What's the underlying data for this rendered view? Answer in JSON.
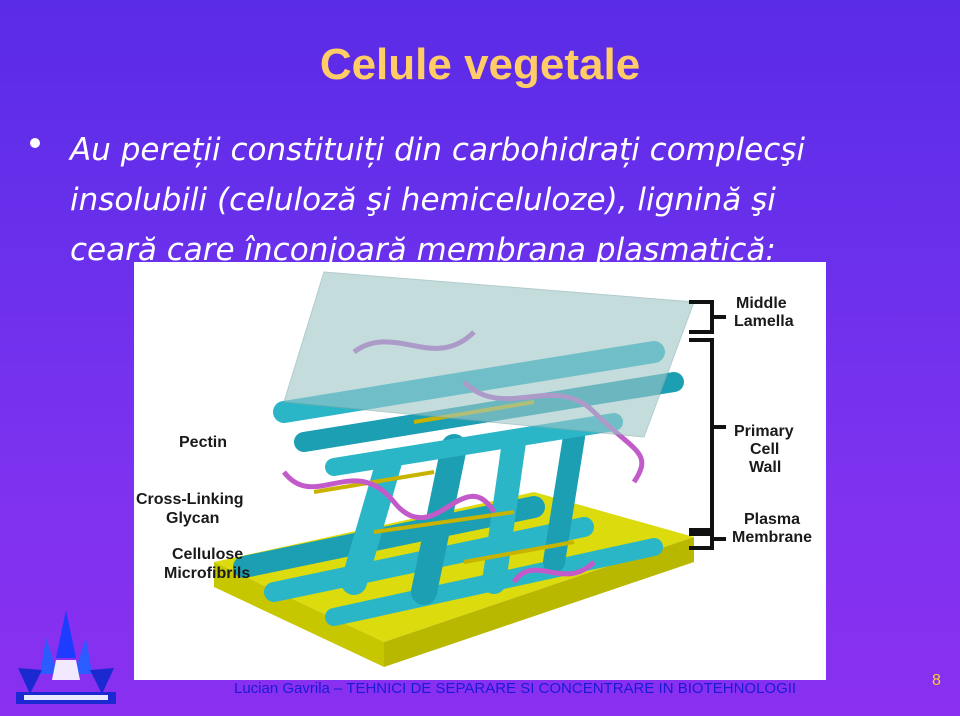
{
  "slide": {
    "title": "Celule vegetale",
    "bullet_lines": [
      "Au pereții constituiți din carbohidrați complecşi",
      "insolubili (celuloză şi hemiceluloze), lignină şi",
      "ceară care înconjoară membrana plasmatică:"
    ],
    "footer": "Lucian Gavrila – TEHNICI DE SEPARARE SI CONCENTRARE IN BIOTEHNOLOGII",
    "page_number": "8"
  },
  "figure": {
    "left_labels": {
      "pectin": "Pectin",
      "cross_linking_1": "Cross-Linking",
      "cross_linking_2": "Glycan",
      "cellulose_1": "Cellulose",
      "cellulose_2": "Microfibrils"
    },
    "right_labels": {
      "middle_1": "Middle",
      "middle_2": "Lamella",
      "primary_1": "Primary",
      "primary_2": "Cell",
      "primary_3": "Wall",
      "plasma_1": "Plasma",
      "plasma_2": "Membrane"
    },
    "colors": {
      "background": "#6a30ec",
      "title": "#ffcc66",
      "footer": "#1b1bd6",
      "cellulose": "#2bb6c8",
      "membrane": "#e6e600",
      "pectin": "#c25bc9",
      "lamella": "#9fc6c8"
    }
  },
  "logo": {
    "icon": "university-crest-icon"
  }
}
